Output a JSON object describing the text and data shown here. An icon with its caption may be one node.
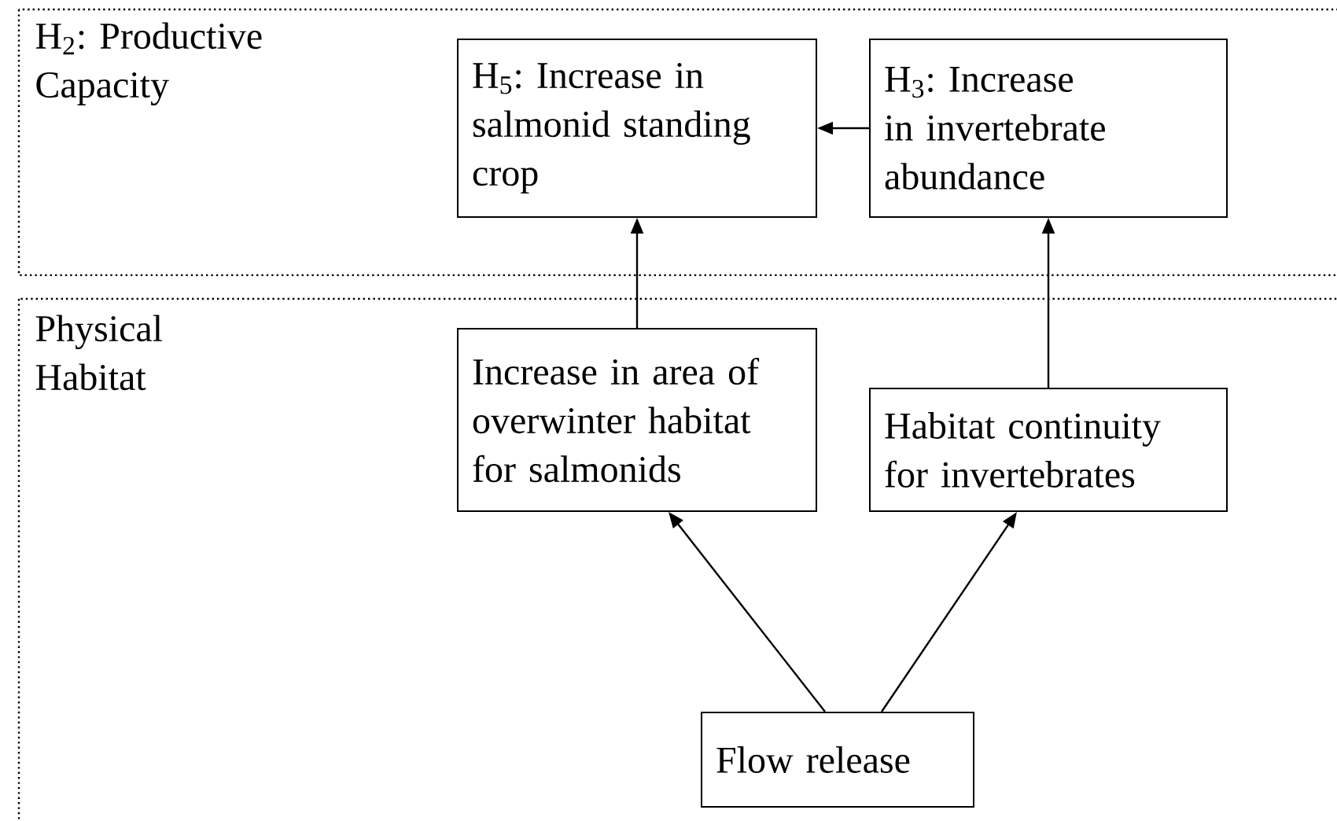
{
  "diagram": {
    "nodes": [
      {
        "text": [
          "H$_{2}$: Productive Capacity"
        ]
      },
      {
        "text": [
          "Physical Habitat"
        ]
      },
      {
        "text": [
          "H$_{5}$: Increase in salmonid standing crop"
        ],
        "in": 0
      },
      {
        "text": [
          "H$_{3}$: Increase in invertebrate abundance"
        ],
        "in": 0
      },
      {
        "text": [
          "Increase in area of overwinter habitat for salmonids"
        ],
        "in": 1
      },
      {
        "text": [
          "Habitat continuity for invertebrates"
        ],
        "in": 1
      },
      {
        "text": [
          "Flow release"
        ],
        "in": 1
      }
    ],
    "edges": [
      {
        "from": 3,
        "to": 2,
        "arrow": "to"
      },
      {
        "from": 4,
        "to": 2,
        "arrow": "to"
      },
      {
        "from": 5,
        "to": 3,
        "arrow": "to"
      },
      {
        "from": 6,
        "to": 4,
        "arrow": "to"
      },
      {
        "from": 6,
        "to": 5,
        "arrow": "to"
      }
    ]
  }
}
